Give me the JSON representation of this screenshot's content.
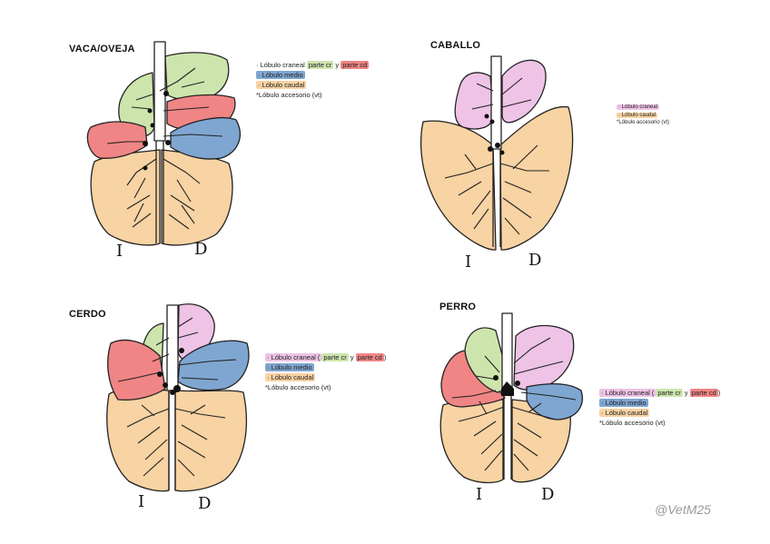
{
  "colors": {
    "cranial_green": "#cde5ad",
    "cranial_red": "#f08585",
    "cranial_pink": "#eec3e6",
    "middle_blue": "#7fa6d1",
    "caudal_orange": "#f8d3a3",
    "accessory": "#111111"
  },
  "panels": [
    {
      "id": "vaca",
      "title": "VACA/OVEJA",
      "legend": [
        {
          "text": "· Lóbulo craneal ",
          "parts": [
            {
              "text": "parte cr",
              "color": "cranial_green"
            },
            {
              "text": " y "
            },
            {
              "text": "parte cd",
              "color": "cranial_red"
            }
          ]
        },
        {
          "text": "· Lóbulo medio",
          "color": "middle_blue"
        },
        {
          "text": "· Lóbulo caudal",
          "color": "caudal_orange"
        },
        {
          "text": "*Lóbulo accesorio (vt)"
        }
      ],
      "left_label": "I",
      "right_label": "D"
    },
    {
      "id": "caballo",
      "title": "CABALLO",
      "legend": [
        {
          "text": "· Lóbulo craneal",
          "color": "cranial_pink"
        },
        {
          "text": "· Lóbulo caudal",
          "color": "caudal_orange"
        },
        {
          "text": "*Lóbulo accesorio (vt)"
        }
      ],
      "left_label": "I",
      "right_label": "D"
    },
    {
      "id": "cerdo",
      "title": "CERDO",
      "legend": [
        {
          "text": "· Lóbulo craneal (",
          "parts": [
            {
              "text": "parte cr",
              "color": "cranial_green"
            },
            {
              "text": " y "
            },
            {
              "text": "parte cd",
              "color": "cranial_red"
            },
            {
              "text": ")"
            }
          ]
        },
        {
          "text": "· Lóbulo medio",
          "color": "middle_blue"
        },
        {
          "text": "· Lóbulo caudal",
          "color": "caudal_orange"
        },
        {
          "text": "*Lóbulo accesorio (vt)"
        }
      ],
      "left_label": "I",
      "right_label": "D"
    },
    {
      "id": "perro",
      "title": "PERRO",
      "legend": [
        {
          "text": "· Lóbulo craneal (",
          "parts": [
            {
              "text": "parte cr",
              "color": "cranial_green"
            },
            {
              "text": " y "
            },
            {
              "text": "parte cd",
              "color": "cranial_red"
            },
            {
              "text": ")"
            }
          ]
        },
        {
          "text": "· Lóbulo medio",
          "color": "middle_blue"
        },
        {
          "text": "· Lóbulo caudal",
          "color": "caudal_orange"
        },
        {
          "text": "*Lóbulo accesorio (vt)"
        }
      ],
      "left_label": "I",
      "right_label": "D"
    }
  ],
  "watermark": "@VetM25"
}
